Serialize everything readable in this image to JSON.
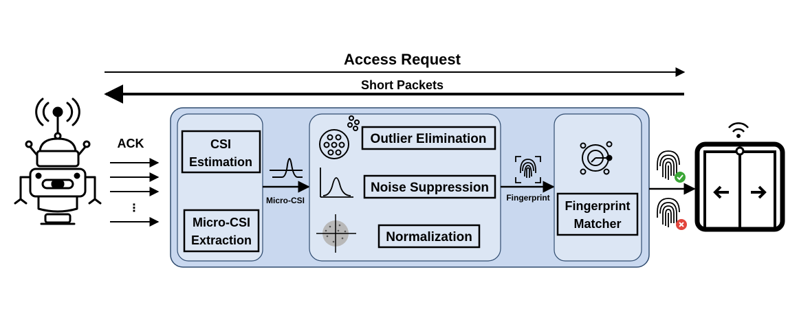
{
  "top": {
    "access_request": "Access Request",
    "short_packets": "Short Packets",
    "ack": "ACK",
    "dots": "⋮"
  },
  "csi_block": {
    "csi_estimation": [
      "CSI",
      "Estimation"
    ],
    "micro_csi_extraction": [
      "Micro-CSI",
      "Extraction"
    ]
  },
  "processing": {
    "outlier_elimination": "Outlier Elimination",
    "noise_suppression": "Noise Suppression",
    "normalization": "Normalization"
  },
  "links": {
    "micro_csi": "Micro-CSI",
    "fingerprint": "Fingerprint"
  },
  "matcher": {
    "label": [
      "Fingerprint",
      "Matcher"
    ]
  },
  "icons": [
    "robot-icon",
    "wave-icon",
    "cluster-icon",
    "gaussian-icon",
    "scatter-icon",
    "fingerprint-scan-icon",
    "network-icon",
    "fingerprint-accept-icon",
    "fingerprint-reject-icon",
    "door-icon"
  ],
  "colors": {
    "panel_fill": "#c9d8ef",
    "inner_fill": "#dce6f4",
    "panel_stroke": "#2f4b6f",
    "accept": "#3aa635",
    "reject": "#e2453c"
  }
}
